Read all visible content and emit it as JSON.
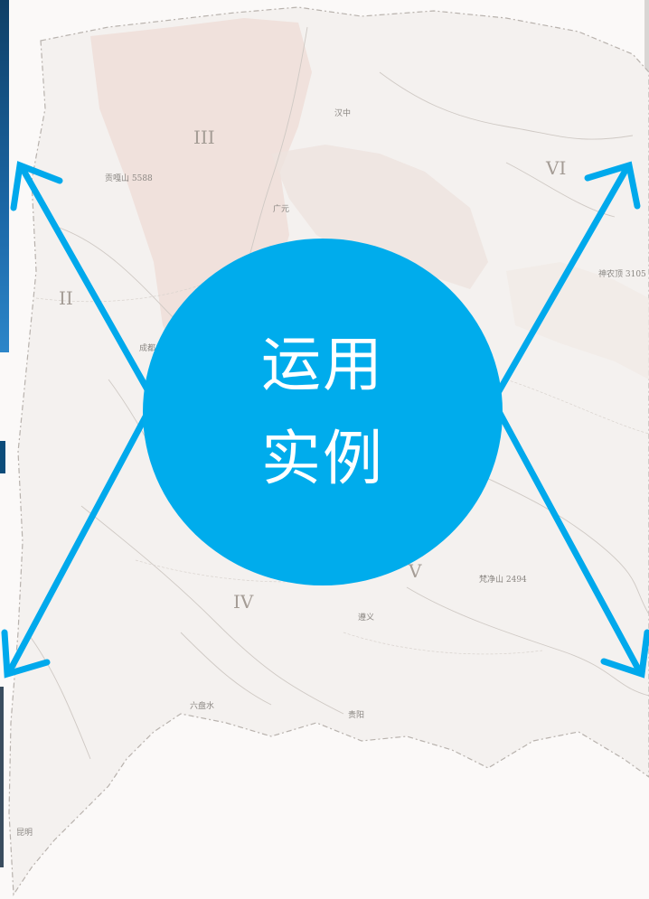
{
  "center_text": {
    "line1": "运用",
    "line2": "实例"
  },
  "colors": {
    "arrow": "#00a9ec",
    "circle": "#00acec",
    "region_tint": "#eeded8",
    "map_line": "#c9c4c0",
    "background": "#fbf9f8"
  },
  "region_numerals": [
    "III",
    "II",
    "IV",
    "V",
    "VI"
  ],
  "place_labels": {
    "hanzhong": "汉中",
    "guangyuan": "广元",
    "chengdu": "成都",
    "kunming": "昆明",
    "guiyang": "贵阳",
    "zunyi": "遵义",
    "liupanshui": "六盘水",
    "peak_5588": "贡嘎山 5588",
    "peak_2494": "梵净山 2494",
    "peak_3105": "神农顶 3105"
  }
}
